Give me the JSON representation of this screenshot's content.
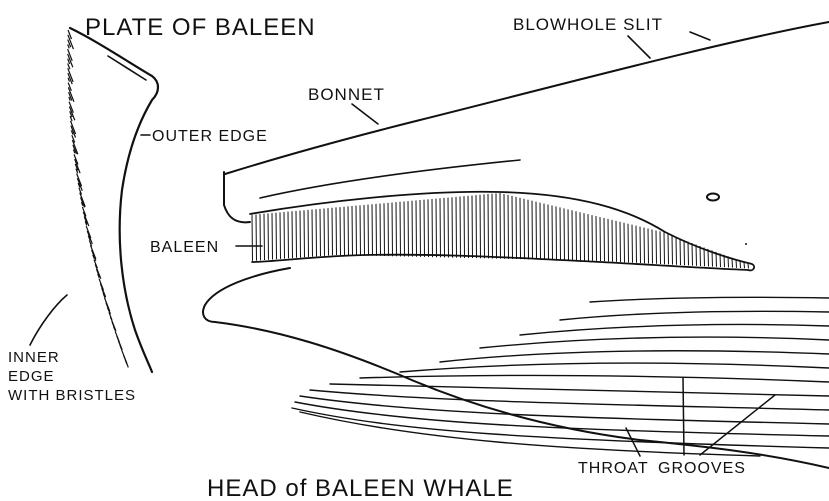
{
  "figure": {
    "caption": "HEAD of BALEEN WHALE",
    "labels": {
      "plate_of_baleen": "PLATE OF BALEEN",
      "outer_edge": "OUTER EDGE",
      "inner_edge_line1": "INNER",
      "inner_edge_line2": "EDGE",
      "inner_edge_line3": "WITH BRISTLES",
      "blowhole_slit": "BLOWHOLE SLIT",
      "bonnet": "BONNET",
      "baleen": "BALEEN",
      "throat": "THROAT",
      "grooves": "GROOVES"
    }
  },
  "colors": {
    "ink": "#111111",
    "paper": "#ffffff"
  }
}
